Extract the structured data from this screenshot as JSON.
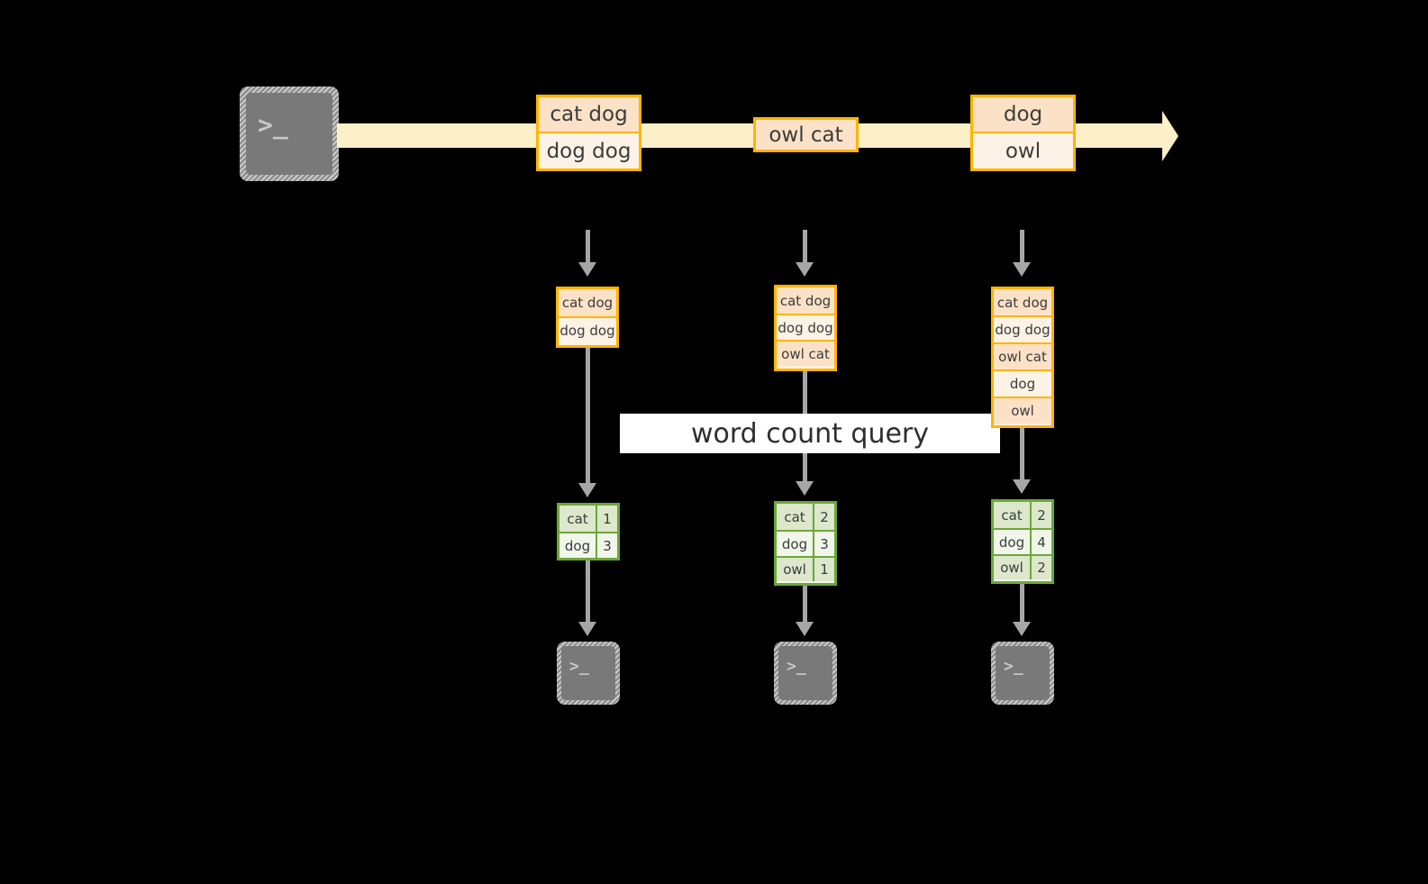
{
  "diagram": {
    "title_label": "word count query",
    "colors": {
      "background": "#000000",
      "stream_fill": "#fdf0c9",
      "record_border": "#ffb400",
      "record_fill_dark": "#fbe1c6",
      "record_fill_light": "#fdf2e6",
      "result_border": "#6aa838",
      "result_fill_dark": "#dce7cb",
      "result_fill_light": "#f1f6ea",
      "connector": "#a6a6a6",
      "label_band": "#ffffff",
      "text": "#3c3c3c"
    },
    "source": {
      "icon": "terminal-icon",
      "glyph": ">_"
    },
    "stream": {
      "records": [
        {
          "lines": [
            "cat dog",
            "dog dog"
          ]
        },
        {
          "lines": [
            "owl cat"
          ]
        },
        {
          "lines": [
            "dog",
            "owl"
          ]
        }
      ]
    },
    "snapshots": [
      {
        "lines": [
          "cat dog",
          "dog dog"
        ],
        "result": {
          "rows": [
            {
              "word": "cat",
              "count": "1"
            },
            {
              "word": "dog",
              "count": "3"
            }
          ]
        },
        "sink": {
          "icon": "terminal-icon",
          "glyph": ">_"
        }
      },
      {
        "lines": [
          "cat dog",
          "dog dog",
          "owl cat"
        ],
        "result": {
          "rows": [
            {
              "word": "cat",
              "count": "2"
            },
            {
              "word": "dog",
              "count": "3"
            },
            {
              "word": "owl",
              "count": "1"
            }
          ]
        },
        "sink": {
          "icon": "terminal-icon",
          "glyph": ">_"
        }
      },
      {
        "lines": [
          "cat dog",
          "dog dog",
          "owl cat",
          "dog",
          "owl"
        ],
        "result": {
          "rows": [
            {
              "word": "cat",
              "count": "2"
            },
            {
              "word": "dog",
              "count": "4"
            },
            {
              "word": "owl",
              "count": "2"
            }
          ]
        },
        "sink": {
          "icon": "terminal-icon",
          "glyph": ">_"
        }
      }
    ]
  }
}
